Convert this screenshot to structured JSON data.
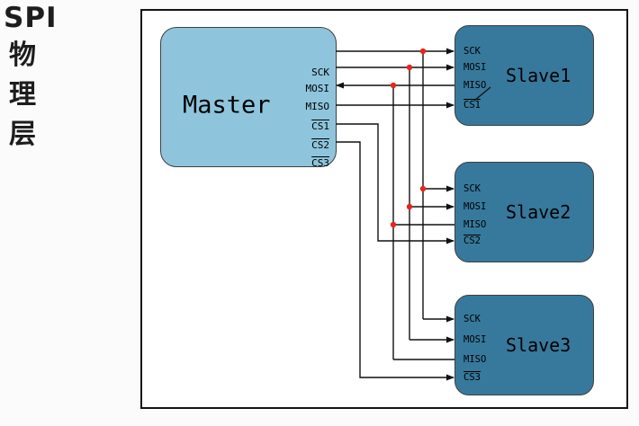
{
  "side_label": [
    "SPI",
    "物",
    "理",
    "层"
  ],
  "master": {
    "name": "Master",
    "pins": [
      "SCK",
      "MOSI",
      "MISO",
      "CS1",
      "CS2",
      "CS3"
    ],
    "overlined_pins": [
      "CS1",
      "CS2",
      "CS3"
    ]
  },
  "slaves": [
    {
      "name": "Slave1",
      "pins": [
        "SCK",
        "MOSI",
        "MISO",
        "CS1"
      ],
      "overlined_pins": [
        "CS1"
      ]
    },
    {
      "name": "Slave2",
      "pins": [
        "SCK",
        "MOSI",
        "MISO",
        "CS2"
      ],
      "overlined_pins": [
        "CS2"
      ]
    },
    {
      "name": "Slave3",
      "pins": [
        "SCK",
        "MOSI",
        "MISO",
        "CS3"
      ],
      "overlined_pins": [
        "CS3"
      ]
    }
  ],
  "colors": {
    "master_fill": "#8ec5dc",
    "slave_fill": "#37799c",
    "wire": "#111111",
    "junction_dot": "#e8251d",
    "annotation_pink": "#d63fb4",
    "frame_border": "#141414",
    "background": "#fbfbfb"
  }
}
